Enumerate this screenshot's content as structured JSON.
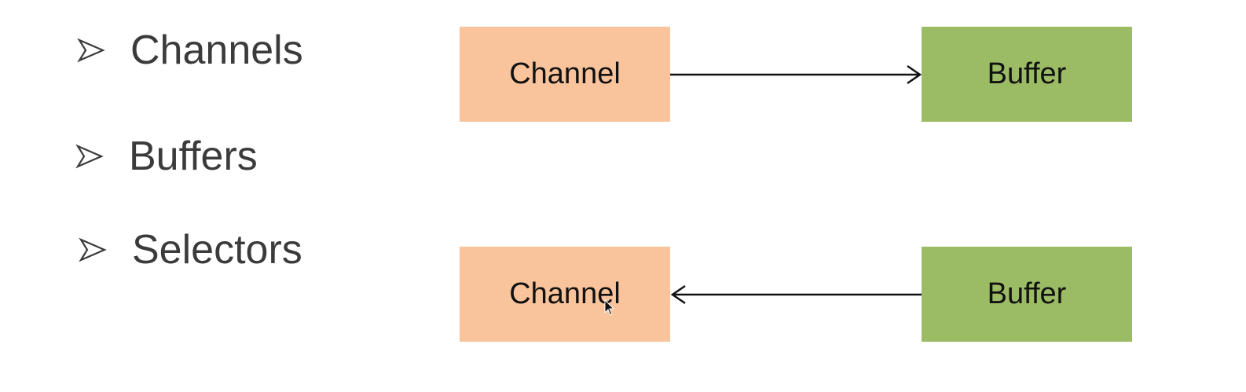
{
  "bullets": [
    {
      "label": "Channels"
    },
    {
      "label": "Buffers"
    },
    {
      "label": "Selectors"
    }
  ],
  "diagram": {
    "top_row": {
      "left_box": "Channel",
      "right_box": "Buffer",
      "arrow_direction": "channel-to-buffer"
    },
    "bottom_row": {
      "left_box": "Channel",
      "right_box": "Buffer",
      "arrow_direction": "buffer-to-channel"
    }
  },
  "colors": {
    "channel_fill": "#f9c49b",
    "buffer_fill": "#9cbb65",
    "text": "#111111",
    "bullet_text": "#3b3b3b"
  },
  "icons": {
    "bullet": "arrowhead-bullet-icon",
    "cursor": "mouse-pointer-icon"
  }
}
